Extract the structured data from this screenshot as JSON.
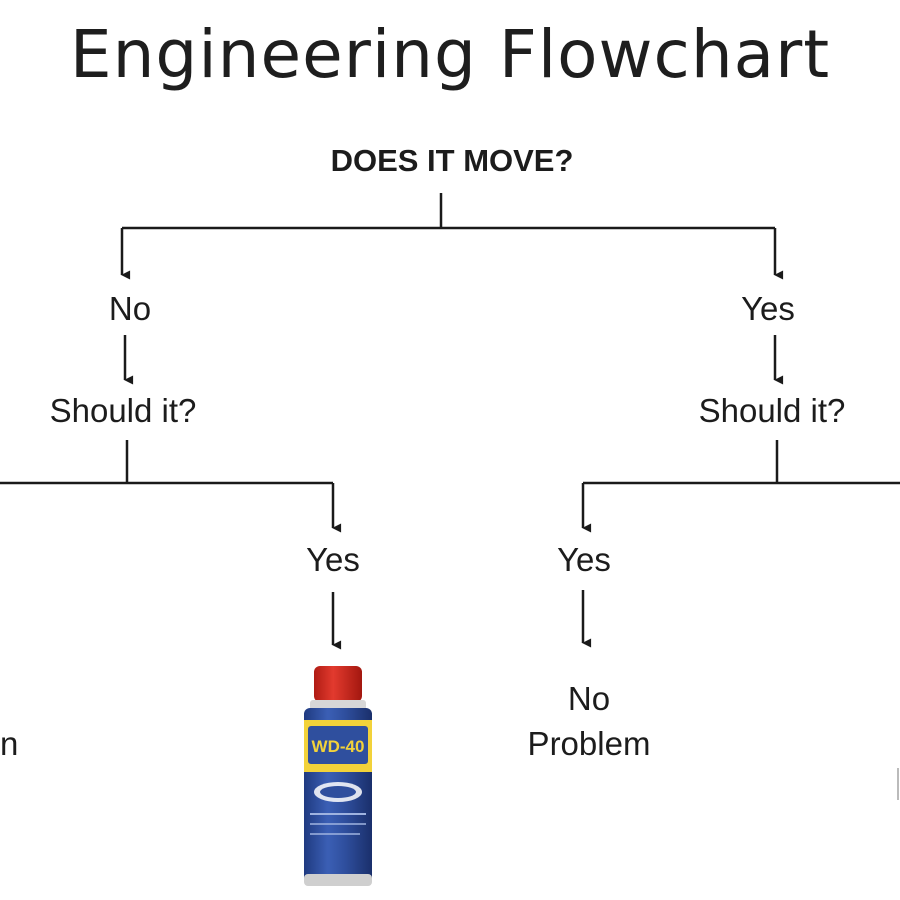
{
  "title": "Engineering Flowchart",
  "root_question": "DOES IT MOVE?",
  "left_branch": {
    "answer": "No",
    "question": "Should it?",
    "sub_answer_right": "Yes",
    "cut_off_text": "n"
  },
  "right_branch": {
    "answer": "Yes",
    "question": "Should it?",
    "sub_answer_left": "Yes",
    "outcome": [
      "No",
      "Problem"
    ]
  },
  "can_label": "WD-40",
  "colors": {
    "lines": "#1a1a1a",
    "can_blue": "#2f4f9e",
    "can_yellow": "#f2d23a",
    "can_red": "#d8261c"
  }
}
